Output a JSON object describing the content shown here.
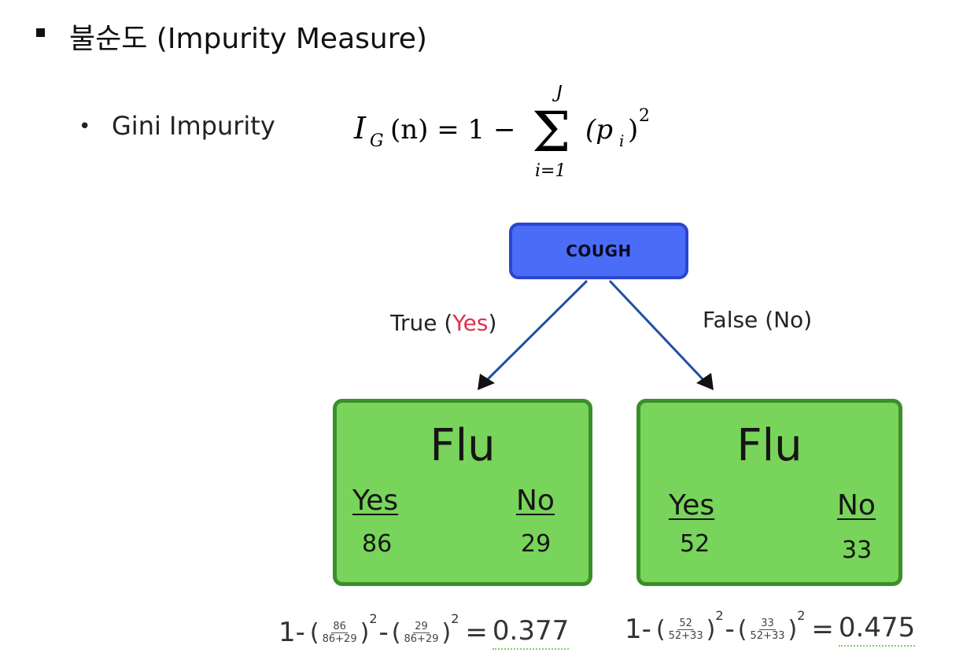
{
  "heading": "불순도 (Impurity Measure)",
  "gini": {
    "label": "Gini Impurity",
    "formula": {
      "lhs": "I",
      "lhs_sub": "G",
      "lhs_arg": "(n) = 1 −",
      "sum_upper": "J",
      "sum_lower": "i=1",
      "term": "(p",
      "term_sub": "i",
      "term_close": ")",
      "exponent": "2"
    }
  },
  "tree": {
    "root": {
      "label": "COUGH"
    },
    "edges": {
      "left": {
        "prefix": "True (",
        "highlight": "Yes",
        "suffix": ")"
      },
      "right": {
        "label": "False (No)"
      }
    },
    "leaves": [
      {
        "title": "Flu",
        "yes_label": "Yes",
        "no_label": "No",
        "yes_value": "86",
        "no_value": "29",
        "calc": {
          "prefix": "1-",
          "open": "(",
          "close": ")",
          "minus": "-",
          "frac1_num": "86",
          "frac1_den": "86+29",
          "frac2_num": "29",
          "frac2_den": "86+29",
          "exp": "2",
          "equals": "=",
          "result": "0.377"
        }
      },
      {
        "title": "Flu",
        "yes_label": "Yes",
        "no_label": "No",
        "yes_value": "52",
        "no_value": "33",
        "calc": {
          "prefix": "1-",
          "open": "(",
          "close": ")",
          "minus": "-",
          "frac1_num": "52",
          "frac1_den": "52+33",
          "frac2_num": "33",
          "frac2_den": "52+33",
          "exp": "2",
          "equals": "=",
          "result": "0.475"
        }
      }
    ]
  },
  "colors": {
    "root_fill": "#4a6cf7",
    "leaf_fill": "#78d45a",
    "edge": "#1f4fa8",
    "highlight": "#e0304a"
  }
}
